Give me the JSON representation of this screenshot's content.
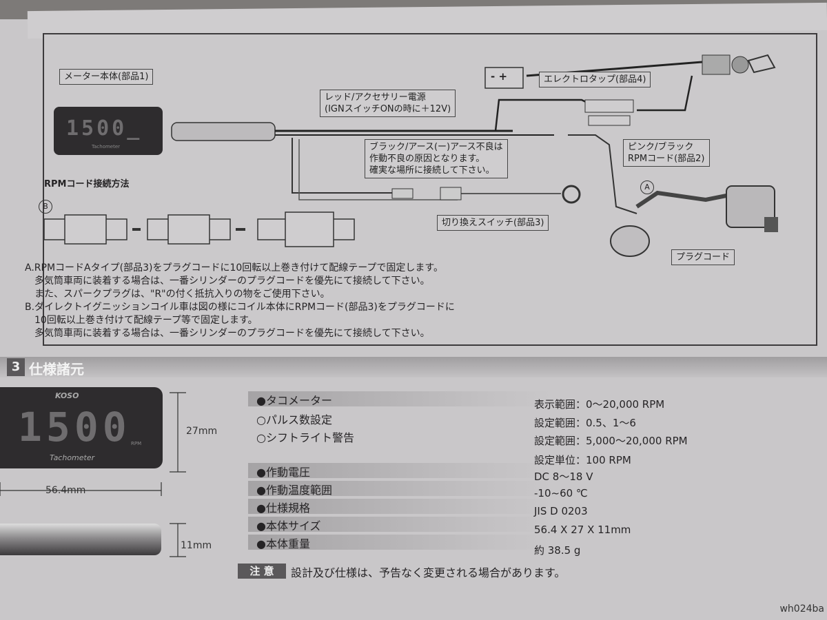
{
  "diagram": {
    "meter_box": "メーター本体(部品1)",
    "meter_digits": "1500_",
    "meter_brand": "Tachometer",
    "rpm_title": "RPMコード接続方法",
    "b_mark": "B",
    "a_mark": "A",
    "battery_label": "- +",
    "electrotap_box": "エレクトロタップ(部品4)",
    "red_box": "レッド/アクセサリー電源\n(IGNスイッチONの時に＋12V)",
    "black_box": "ブラック/アース(ー)アース不良は\n作動不良の原因となります。\n確実な場所に接続して下さい。",
    "pink_box": "ピンク/ブラック\nRPMコード(部品2)",
    "switch_box": "切り換えスイッチ(部品3)",
    "plug_box": "プラグコード",
    "notes": "A.RPMコードAタイプ(部品3)をプラグコードに10回転以上巻き付けて配線テープで固定します。\n　多気筒車両に装着する場合は、一番シリンダーのプラグコードを優先にて接続して下さい。\n　また、スパークプラグは、\"R\"の付く抵抗入りの物をご使用下さい。\nB.ダイレクトイグニッションコイル車は図の様にコイル本体にRPMコード(部品3)をプラグコードに\n　10回転以上巻き付けて配線テープ等で固定します。\n　多気筒車両に装着する場合は、一番シリンダーのプラグコードを優先にて接続して下さい。"
  },
  "section": {
    "number": "3",
    "title": "仕様諸元"
  },
  "device": {
    "brand": "KOSO",
    "digits": "1500",
    "name": "Tachometer",
    "rpm_tag": "RPM",
    "height": "27mm",
    "width": "56.4mm",
    "depth": "11mm"
  },
  "specs": [
    {
      "name": "●タコメーター",
      "value": "表示範囲：0～20,000 RPM"
    },
    {
      "name": "○パルス数設定",
      "value": "設定範囲：0.5、1～6"
    },
    {
      "name": "○シフトライト警告",
      "value": "設定範囲：5,000～20,000 RPM"
    },
    {
      "name": "",
      "value": "設定単位：100 RPM"
    },
    {
      "name": "●作動電圧",
      "value": "DC 8～18 V"
    },
    {
      "name": "●作動温度範囲",
      "value": "-10~60 ℃"
    },
    {
      "name": "●仕様規格",
      "value": "JIS D 0203"
    },
    {
      "name": "●本体サイズ",
      "value": "56.4 X 27 X 11mm"
    },
    {
      "name": "●本体重量",
      "value": "約 38.5 g"
    }
  ],
  "caution": {
    "label": "注 意",
    "text": "設計及び仕様は、予告なく変更される場合があります。"
  },
  "watermark": "wh024ba"
}
